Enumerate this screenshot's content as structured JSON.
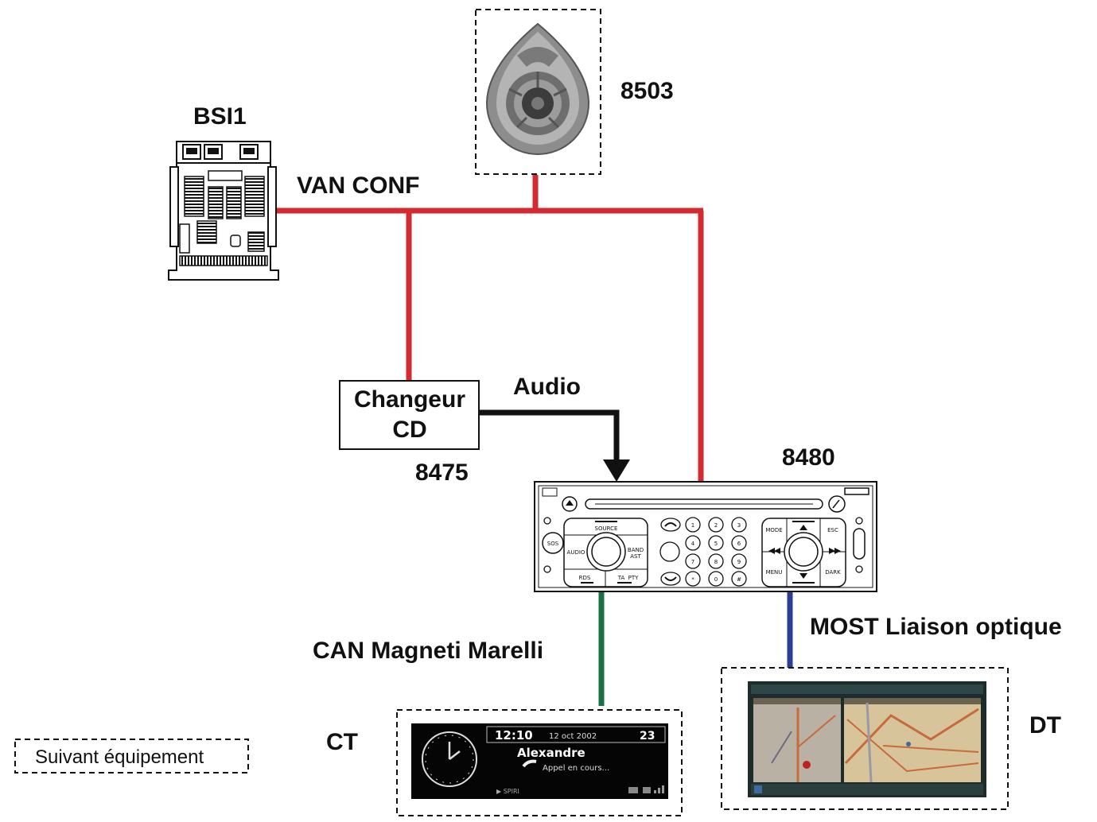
{
  "labels": {
    "bsi": "BSI1",
    "sw": "8503",
    "van": "VAN CONF",
    "changer_line1": "Changeur",
    "changer_line2": "CD",
    "changer_id": "8475",
    "audio": "Audio",
    "radio_id": "8480",
    "can": "CAN Magneti Marelli",
    "most": "MOST Liaison optique",
    "ct": "CT",
    "dt": "DT",
    "legend": "Suivant équipement"
  },
  "radio_buttons": {
    "source": "SOURCE",
    "audio": "AUDIO",
    "band": "BAND",
    "ast": "AST",
    "rds": "RDS",
    "ta": "TA",
    "pty": "PTY",
    "mode": "MODE",
    "esc": "ESC",
    "menu": "MENU",
    "dark": "DARK",
    "sos": "SOS"
  },
  "ct_screen": {
    "time": "12:10",
    "date": "12 oct 2002",
    "temp": "23",
    "name": "Alexandre",
    "status": "Appel en cours..."
  },
  "colors": {
    "van": "#d42a32",
    "audio": "#111111",
    "can": "#1a7043",
    "most": "#2a3f93"
  }
}
